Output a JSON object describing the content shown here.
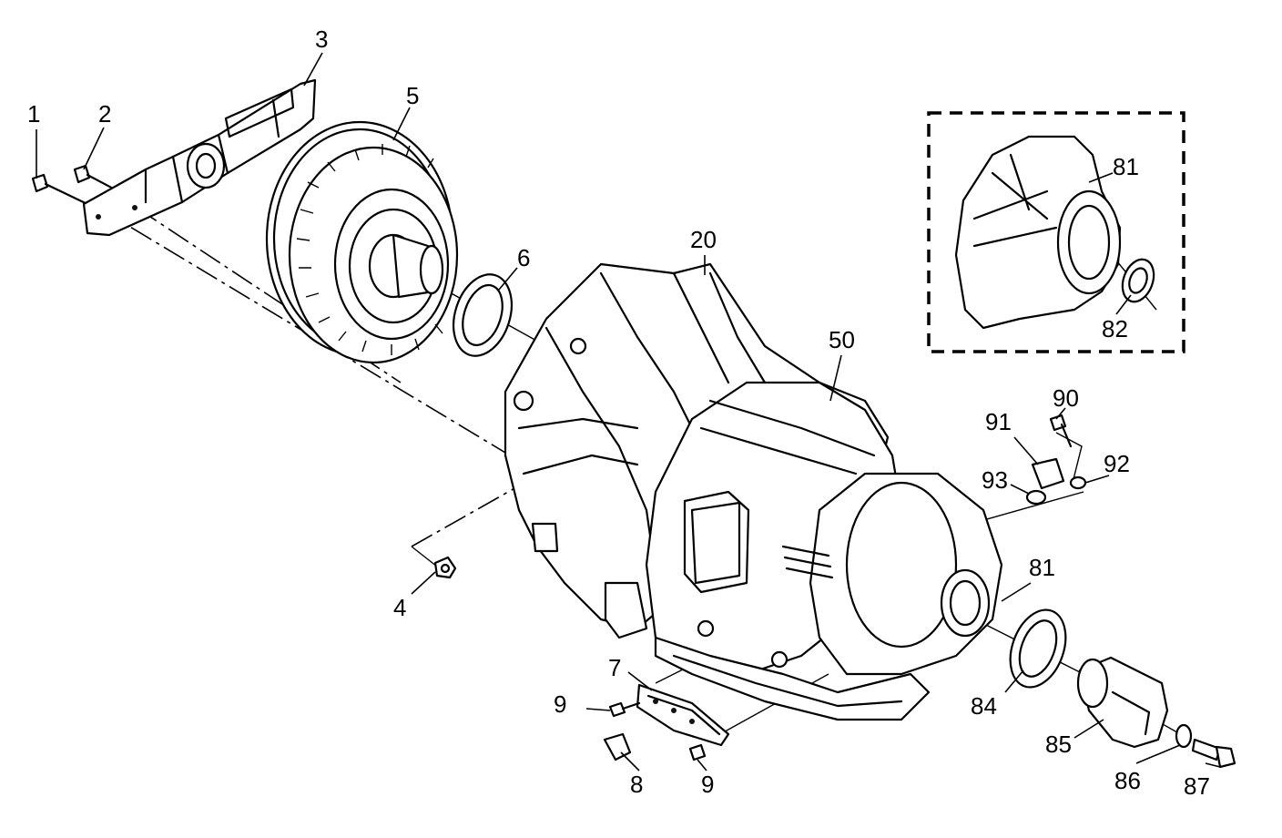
{
  "callouts": {
    "c1": "1",
    "c2": "2",
    "c3": "3",
    "c4": "4",
    "c5": "5",
    "c6": "6",
    "c7": "7",
    "c8": "8",
    "c9a": "9",
    "c9b": "9",
    "c20": "20",
    "c50": "50",
    "c81a": "81",
    "c81b": "81",
    "c82": "82",
    "c84": "84",
    "c85": "85",
    "c86": "86",
    "c87": "87",
    "c90": "90",
    "c91": "91",
    "c92": "92",
    "c93": "93"
  }
}
